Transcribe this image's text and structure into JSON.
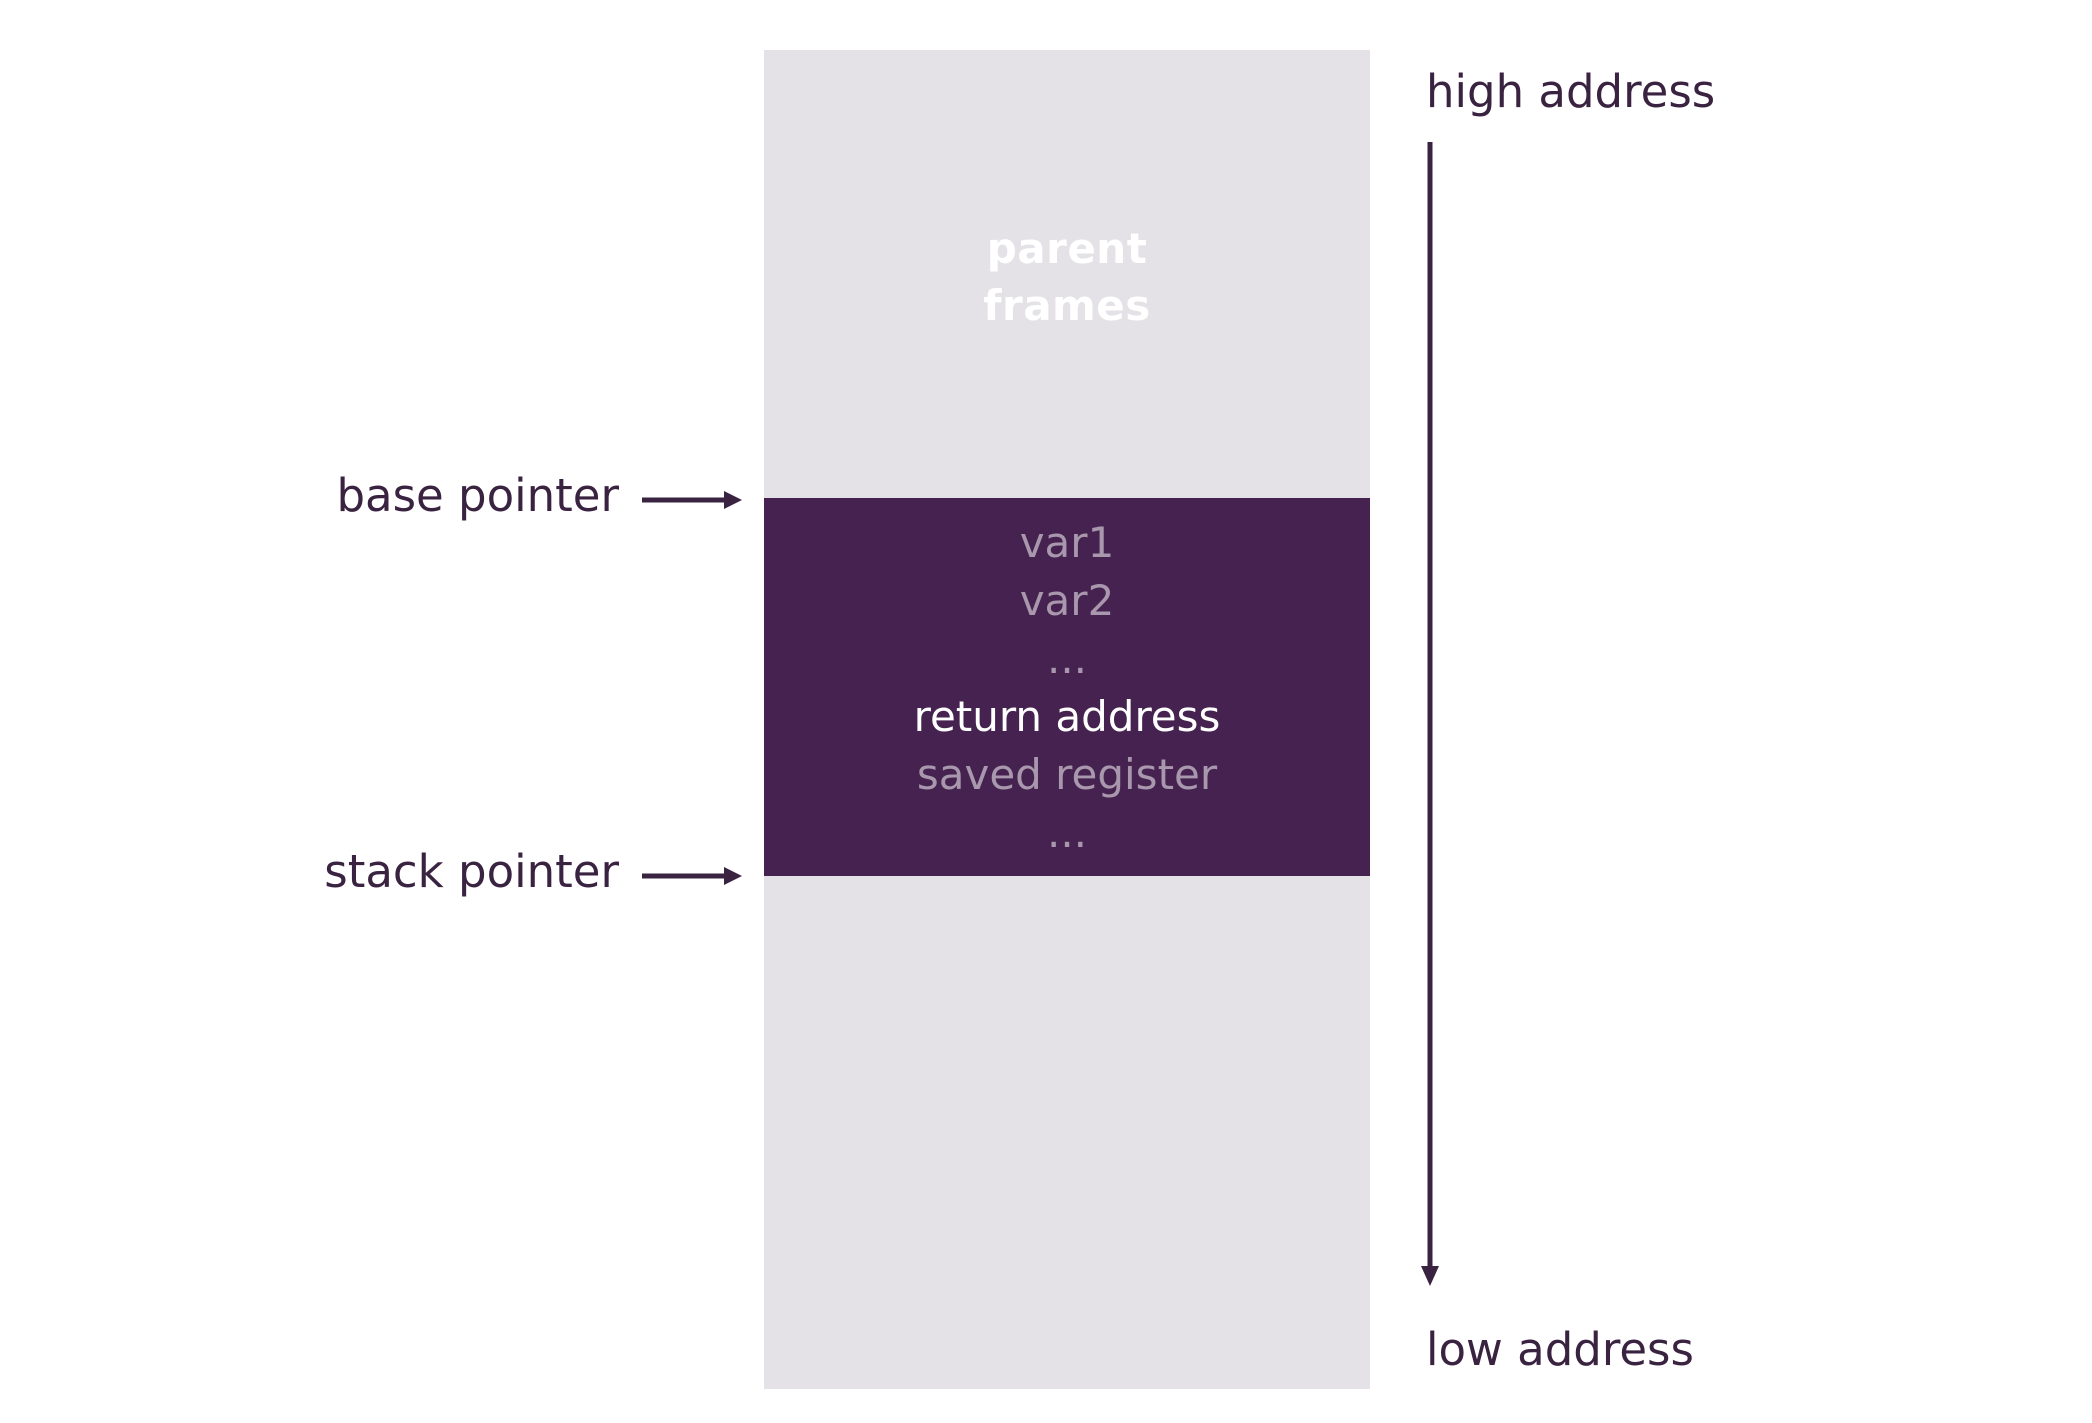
{
  "diagram": {
    "parent_frames": {
      "line1": "parent",
      "line2": "frames"
    },
    "current_frame": {
      "lines": [
        "var1",
        "var2",
        "...",
        "return address",
        "saved register",
        "..."
      ],
      "highlighted": "return address"
    },
    "pointers": {
      "base": "base pointer",
      "stack": "stack pointer"
    },
    "address_axis": {
      "top": "high address",
      "bottom": "low address"
    },
    "colors": {
      "frame": "#45224f",
      "stack_background": "#e4e2e6",
      "ink": "#3a2341"
    }
  }
}
